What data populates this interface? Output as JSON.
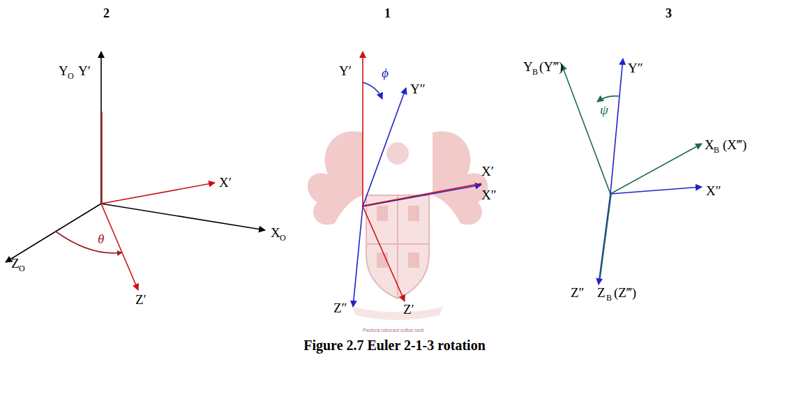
{
  "diagram": {
    "caption": "Figure 2.7 Euler 2-1-3 rotation",
    "labels": [
      "2",
      "1",
      "3",
      "Y",
      "O",
      "Y′",
      "X′",
      "X",
      "O",
      "Z",
      "O",
      "θ",
      "Z′",
      "Y′",
      "ϕ",
      "Y″",
      "X′",
      "X″",
      "Z″",
      "Z′",
      "Y",
      "B",
      "(Y‴)",
      "Y″",
      "ψ",
      "X",
      "B",
      "(X‴)",
      "X″",
      "Z″",
      "Z",
      "B",
      "(Z‴)",
      "Pectora roborant cultus recti"
    ]
  }
}
